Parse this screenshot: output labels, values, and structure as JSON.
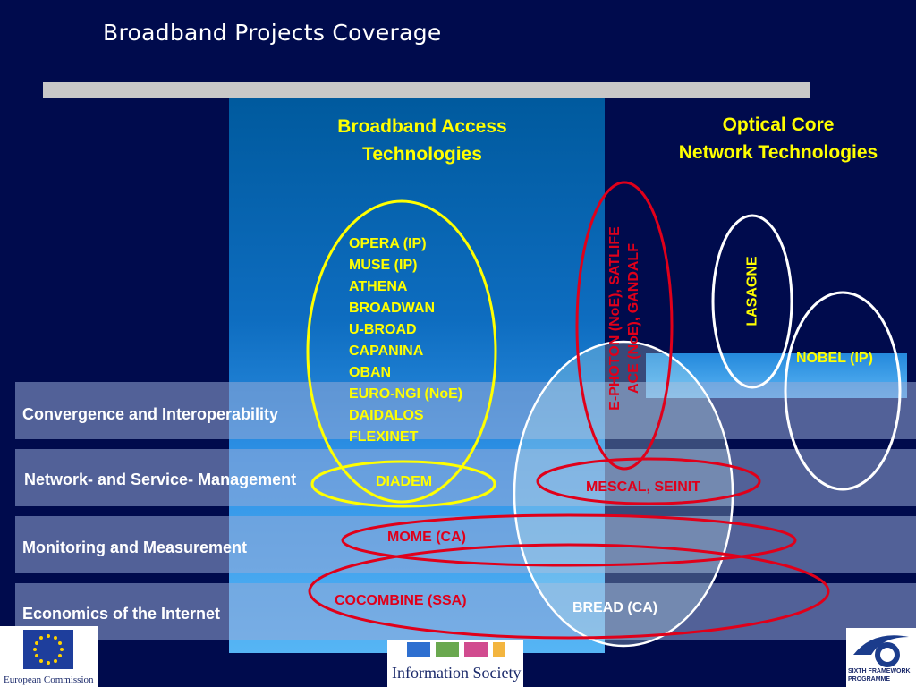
{
  "title": "Broadband Projects Coverage",
  "headings": {
    "access_line1": "Broadband Access",
    "access_line2": "Technologies",
    "optical_line1": "Optical Core",
    "optical_line2": "Network Technologies"
  },
  "bands": [
    {
      "label": "Convergence and Interoperability"
    },
    {
      "label": "Network- and Service- Management"
    },
    {
      "label": "Monitoring and Measurement"
    },
    {
      "label": "Economics of the Internet"
    }
  ],
  "access_projects": [
    "OPERA (IP)",
    "MUSE (IP)",
    "ATHENA",
    "BROADWAN",
    "U-BROAD",
    "CAPANINA",
    "OBAN",
    "EURO-NGI (NoE)",
    "DAIDALOS",
    "FLEXINET"
  ],
  "tags": {
    "diadem": "DIADEM",
    "mescal": "MESCAL, SEINIT",
    "mome": "MOME (CA)",
    "cocombine": "COCOMBINE (SSA)",
    "bread": "BREAD (CA)",
    "lasagne": "LASAGNE",
    "nobel": "NOBEL (IP)",
    "ephoton_line1": "E-PHOTON (NoE), SATLIFE",
    "ephoton_line2": "ACE (NoE), GANDALF"
  },
  "logos": {
    "ec_text": "European Commission",
    "is_text": "Information Society",
    "fp6_line1": "SIXTH FRAMEWORK",
    "fp6_line2": "PROGRAMME"
  },
  "colors": {
    "background": "#000B4D",
    "heading": "#FFFF00",
    "red_outline": "#E0001A",
    "white_outline": "#FFFFFF"
  }
}
